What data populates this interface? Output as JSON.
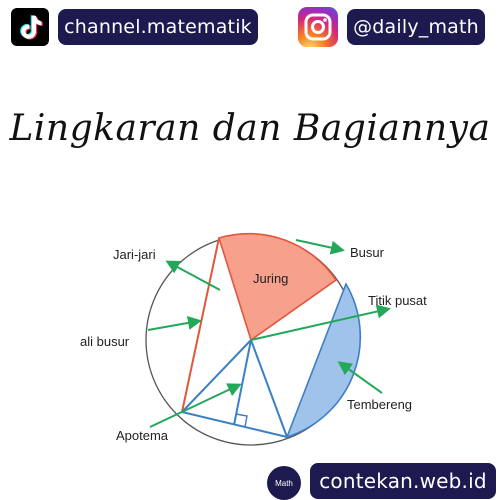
{
  "social": {
    "tiktok_handle": "channel.matematik",
    "instagram_handle": "@daily_math",
    "website": "contekan.web.id",
    "math_logo": "Math"
  },
  "title": "Lingkaran dan Bagiannya",
  "diagram": {
    "labels": {
      "radius": "Jari-jari",
      "chord": "ali busur",
      "apothem": "Apotema",
      "sector": "Juring",
      "arc": "Busur",
      "center": "Titik pusat",
      "segment": "Tembereng"
    },
    "colors": {
      "sector_fill": "#f7a08b",
      "segment_fill": "#9fc3ea",
      "red_line": "#e2563c",
      "blue_line": "#3b7fc4",
      "arrow": "#23a85a",
      "circle": "#555555"
    }
  },
  "icons": [
    "tiktok-icon",
    "instagram-icon",
    "math-logo-icon"
  ]
}
